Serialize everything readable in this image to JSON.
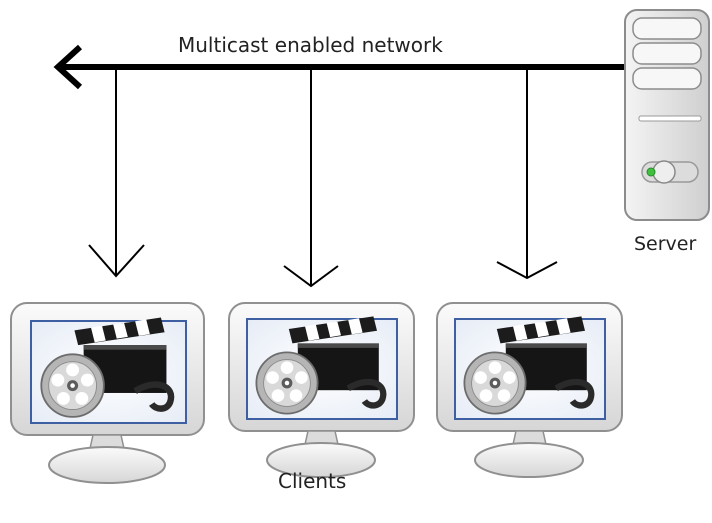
{
  "network": {
    "label": "Multicast enabled network"
  },
  "server": {
    "label": "Server",
    "icon": "server-tower-icon"
  },
  "clients": {
    "label": "Clients",
    "items": [
      {
        "icon": "monitor-film-reel-icon"
      },
      {
        "icon": "monitor-film-reel-icon"
      },
      {
        "icon": "monitor-film-reel-icon"
      }
    ]
  },
  "colors": {
    "line": "#000000",
    "monitor_frame": "#e4e4e4",
    "screen_border": "#3f5fa3",
    "server_body": "#e8e8e8",
    "led": "#3fc03f"
  }
}
